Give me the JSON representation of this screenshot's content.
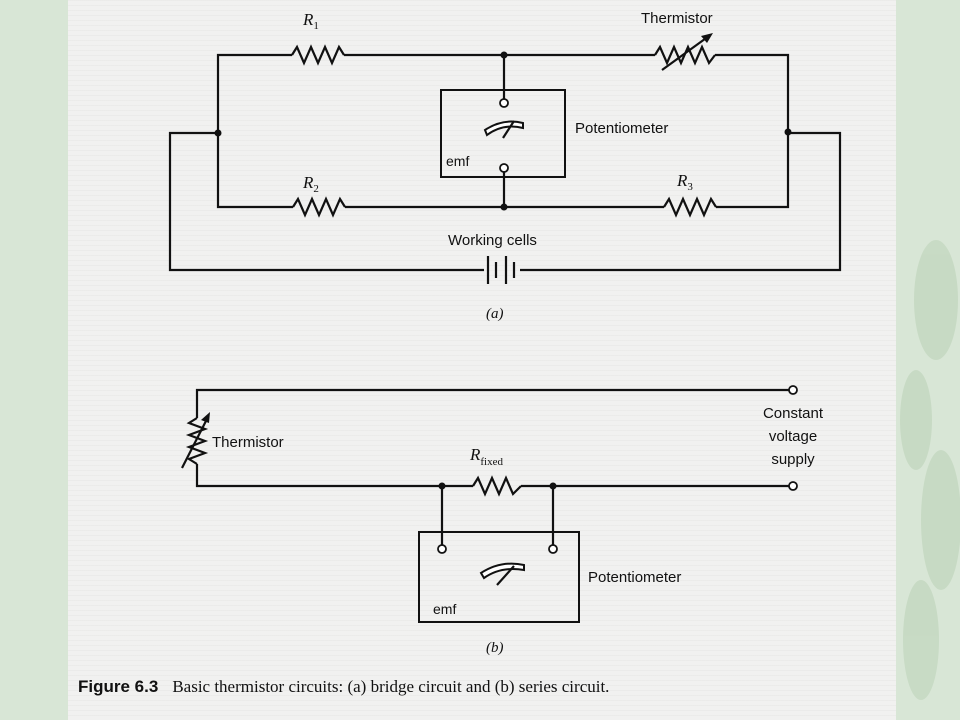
{
  "circuit_a": {
    "r1_label": "R",
    "r1_sub": "1",
    "r2_label": "R",
    "r2_sub": "2",
    "r3_label": "R",
    "r3_sub": "3",
    "thermistor_label": "Thermistor",
    "potentiometer_label": "Potentiometer",
    "emf_label": "emf",
    "working_cells_label": "Working cells",
    "sublabel": "(a)"
  },
  "circuit_b": {
    "thermistor_label": "Thermistor",
    "rfixed_label": "R",
    "rfixed_sub": "fixed",
    "supply_line1": "Constant",
    "supply_line2": "voltage",
    "supply_line3": "supply",
    "potentiometer_label": "Potentiometer",
    "emf_label": "emf",
    "sublabel": "(b)"
  },
  "caption": {
    "figure_number": "Figure 6.3",
    "text": "Basic thermistor circuits: (a) bridge circuit and (b) series circuit."
  },
  "colors": {
    "page": "#f1f1f0",
    "ink": "#111111",
    "background": "#d8e6d6"
  }
}
